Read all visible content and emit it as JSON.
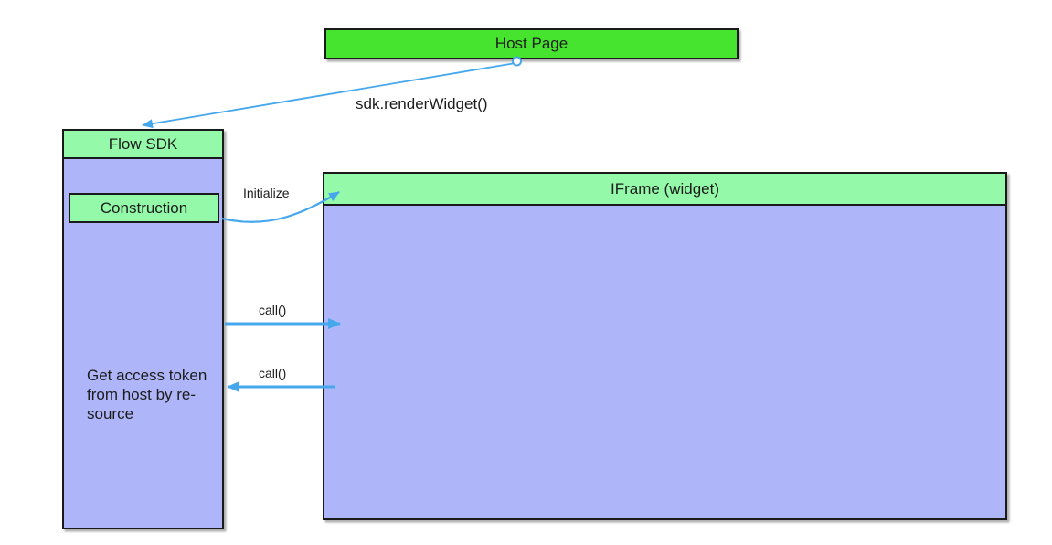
{
  "diagram": {
    "host_page": {
      "label": "Host Page"
    },
    "flow_sdk": {
      "header": "Flow SDK",
      "construction": "Construction",
      "note_lines": [
        "Get access token",
        "from host by re-",
        "source"
      ]
    },
    "iframe_widget": {
      "header": "IFrame (widget)"
    },
    "labels": {
      "render_widget": "sdk.renderWidget()",
      "initialize": "Initialize",
      "call_to_iframe": "call()",
      "call_to_sdk": "call()"
    },
    "colors": {
      "host_green": "#47e42f",
      "mint_green": "#94f9a9",
      "lavender": "#aeb5f8",
      "arrow_blue": "#45a7ec",
      "border_black": "#1a1a1a"
    }
  }
}
